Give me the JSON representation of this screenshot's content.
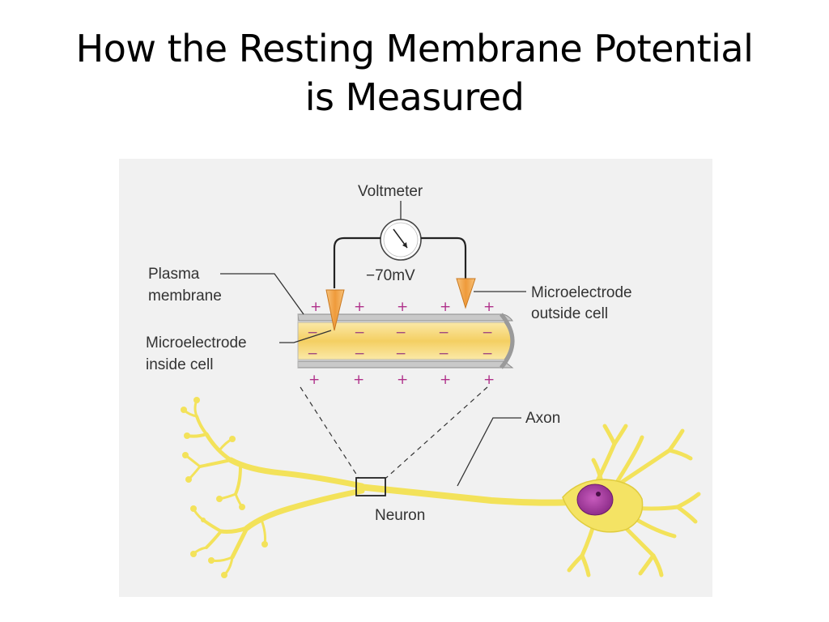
{
  "slide": {
    "title_line1": "How the Resting Membrane Potential",
    "title_line2": "is Measured"
  },
  "diagram": {
    "labels": {
      "voltmeter": "Voltmeter",
      "reading": "−70mV",
      "plasma_membrane_1": "Plasma",
      "plasma_membrane_2": "membrane",
      "electrode_outside_1": "Microelectrode",
      "electrode_outside_2": "outside cell",
      "electrode_inside_1": "Microelectrode",
      "electrode_inside_2": "inside cell",
      "axon": "Axon",
      "neuron": "Neuron"
    },
    "signs": {
      "plus": "+",
      "minus": "−"
    },
    "colors": {
      "background": "#f1f1f1",
      "neuron": "#f5e66a",
      "neuron_edge": "#d8c23a",
      "nucleus": "#a23a9a",
      "electrode": "#f2a84a",
      "membrane": "#c9c9c9",
      "cytoplasm": "#f6d77a"
    }
  }
}
